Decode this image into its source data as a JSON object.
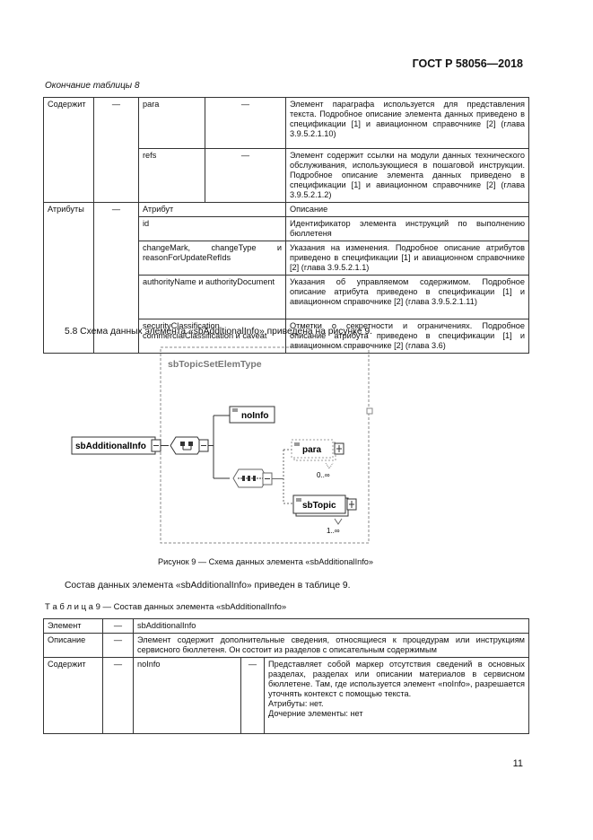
{
  "header": {
    "doc_id": "ГОСТ Р 58056—2018"
  },
  "table8": {
    "caption": "Окончание таблицы 8",
    "rows": {
      "r1": {
        "c1": "Содержит",
        "c2": "—",
        "c3": "para",
        "c4": "—",
        "c5": "Элемент параграфа используется для представления текста. Подробное описание элемента данных приведено в спецификации [1] и авиационном справочнике [2] (глава 3.9.5.2.1.10)"
      },
      "r2": {
        "c3": "refs",
        "c4": "—",
        "c5": "Элемент содержит ссылки на модули данных технического обслуживания, использующиеся в пошаговой инструкции. Подробное описание элемента данных приведено в спецификации [1] и авиационном справочнике [2] (глава 3.9.5.2.1.2)"
      },
      "r3": {
        "c1": "Атрибуты",
        "c2": "—",
        "c3": "Атрибут",
        "c5": "Описание"
      },
      "r4": {
        "c3": "id",
        "c5": "Идентификатор элемента инструкций по выполнению бюллетеня"
      },
      "r5": {
        "c3": "changeMark, changeType и reasonForUpdateRefIds",
        "c5": "Указания на изменения. Подробное описание атрибутов приведено в спецификации [1] и авиационном справочнике [2] (глава 3.9.5.2.1.1)"
      },
      "r6": {
        "c3": "authorityName и authorityDocument",
        "c5": "Указания об управляемом содержимом. Подробное описание атрибута приведено в спецификации [1] и авиационном справочнике [2] (глава 3.9.5.2.1.11)"
      },
      "r7": {
        "c3": "securityClassification, commercialClassification и caveat",
        "c5": "Отметки о секретности и ограничениях. Подробное описание атрибута приведено в спецификации [1] и авиационном справочнике [2] (глава 3.6)"
      }
    }
  },
  "para58": "5.8 Схема данных элемента «sbAdditionalInfo» приведена на рисунке 9.",
  "diagram": {
    "type_name": "sbTopicSetElemType",
    "root": "sbAdditionalInfo",
    "noinfo": "noInfo",
    "para": "para",
    "para_card": "0..∞",
    "sbtopic": "sbTopic",
    "sbtopic_card": "1..∞",
    "colors": {
      "line": "#444",
      "dashed": "#888"
    }
  },
  "figure_caption": "Рисунок 9 — Схема данных элемента «sbAdditionalInfo»",
  "para_table9": "Состав данных элемента «sbAdditionalInfo» приведен в таблице 9.",
  "table9": {
    "caption_prefix": "Т а б л и ц а",
    "caption_rest": " 9 — Состав данных элемента «sbAdditionalInfo»",
    "rows": {
      "r1": {
        "c1": "Элемент",
        "c2": "—",
        "c3": "sbAdditionalInfo"
      },
      "r2": {
        "c1": "Описание",
        "c2": "—",
        "c3": "Элемент содержит дополнительные сведения, относящиеся к процедурам или инструкциям сервисного бюллетеня. Он состоит из разделов с описательным содержимым"
      },
      "r3": {
        "c1": "Содержит",
        "c2": "—",
        "c3": "noInfo",
        "c4": "—",
        "c5": "Представляет собой маркер отсутствия сведений в основных разделах, разделах или описании материалов в сервисном бюллетене. Там, где используется элемент «noInfo», разрешается уточнять контекст с помощью текста.",
        "c5b": "Атрибуты: нет.",
        "c5c": "Дочерние элементы: нет"
      }
    }
  },
  "page_number": "11"
}
